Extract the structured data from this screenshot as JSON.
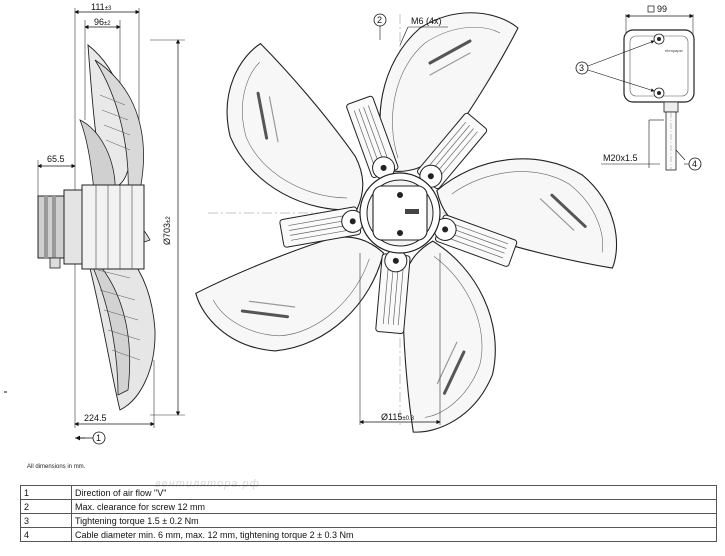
{
  "side_view": {
    "dim_total_depth": "111",
    "dim_total_depth_tol": "±3",
    "dim_depth": "96",
    "dim_depth_tol": "±2",
    "dim_hub": "65.5",
    "dim_height": "224.5",
    "dim_diameter": "Ø703",
    "dim_diameter_tol": "±2",
    "airflow_marker": "1"
  },
  "front_view": {
    "marker_2": "2",
    "dim_screw": "M6 (4x)",
    "dim_hub_diameter": "Ø115",
    "dim_hub_diameter_tol": "±0.3"
  },
  "terminal_box": {
    "dim_width": "99",
    "marker_3": "3",
    "marker_4": "4",
    "dim_cable_gland": "M20x1.5",
    "logo_text": "ebmpapst"
  },
  "note": "All dimensions in mm.",
  "watermark": "вентилятора.рф",
  "legend": [
    {
      "num": "1",
      "text": "Direction of air flow \"V\""
    },
    {
      "num": "2",
      "text": "Max. clearance for screw 12 mm"
    },
    {
      "num": "3",
      "text": "Tightening torque 1.5 ± 0.2 Nm"
    },
    {
      "num": "4",
      "text": "Cable diameter min. 6 mm, max. 12 mm, tightening torque 2 ± 0.3 Nm"
    }
  ]
}
